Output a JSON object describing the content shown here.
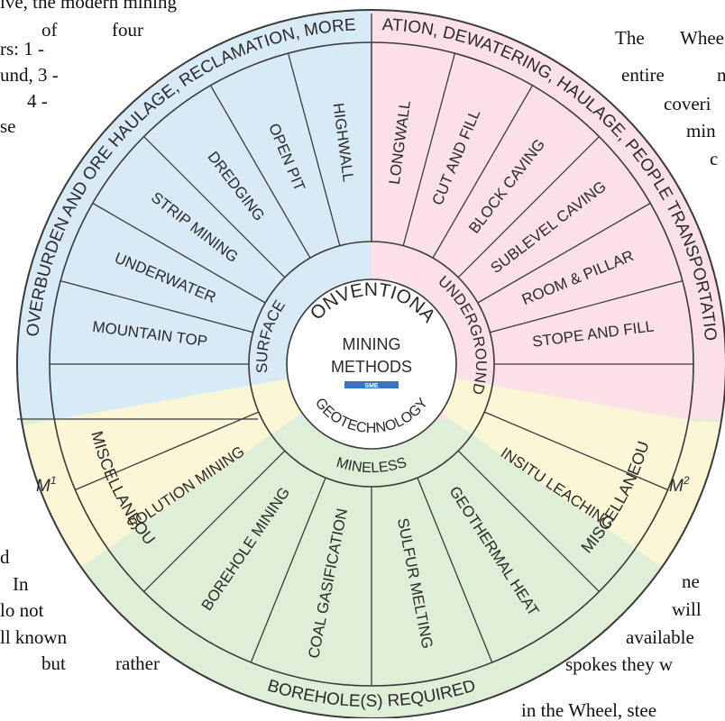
{
  "page_text_left": [
    "ive, the modern mining",
    "of",
    "four",
    "rs: 1 -",
    "und, 3 -",
    "4 -",
    "se",
    "d",
    "In",
    "lo not",
    "ll known",
    "but",
    "rather"
  ],
  "page_text_right": [
    "The",
    "Whee",
    "entire",
    "n",
    "coveri",
    "min",
    "c",
    "ne",
    "will",
    "available",
    "spokes they w",
    "in the Wheel, stee"
  ],
  "wheel": {
    "center_line1": "MINING",
    "center_line2": "METHODS",
    "center_logo": "SME",
    "quadrants": {
      "surface": {
        "label": "SURFACE",
        "spokes": [
          "MOUNTAIN TOP",
          "UNDERWATER",
          "STRIP MINING",
          "DREDGING",
          "OPEN PIT",
          "HIGHWALL"
        ],
        "outer_label": "OVERBURDEN AND ORE HAULAGE, RECLAMATION, MORE"
      },
      "underground": {
        "label": "UNDERGROUND",
        "spokes": [
          "LONGWALL",
          "CUT AND FILL",
          "BLOCK CAVING",
          "SUBLEVEL CAVING",
          "ROOM & PILLAR",
          "STOPE AND FILL"
        ],
        "outer_label": "VENTILATION, DEWATERING, HAULAGE, PEOPLE TRANSPORTATION, ETC."
      },
      "conventional_label": "CONVENTIONAL",
      "geotechnology_label": "GEOTECHNOLOGY",
      "mineless": {
        "label": "MINELESS",
        "spokes": [
          "SOLUTION MINING",
          "BOREHOLE MINING",
          "COAL GASIFICATION",
          "SULFUR MELTING",
          "GEOTHERMAL HEAT",
          "INSITU LEACHING"
        ],
        "outer_label": "BOREHOLE(S) REQUIRED"
      },
      "misc_left": {
        "label": "MISCELLANEOUS",
        "tag_base": "M",
        "tag_sup": "1"
      },
      "misc_right": {
        "label": "MISCELLANEOUS",
        "tag_base": "M",
        "tag_sup": "2"
      }
    },
    "colors": {
      "surface": "#d9eaf7",
      "underground": "#fbe1e7",
      "misc": "#fbf6d6",
      "mineless": "#dfeed7",
      "line": "#3a3a3a",
      "logo": "#3b73c4"
    }
  }
}
